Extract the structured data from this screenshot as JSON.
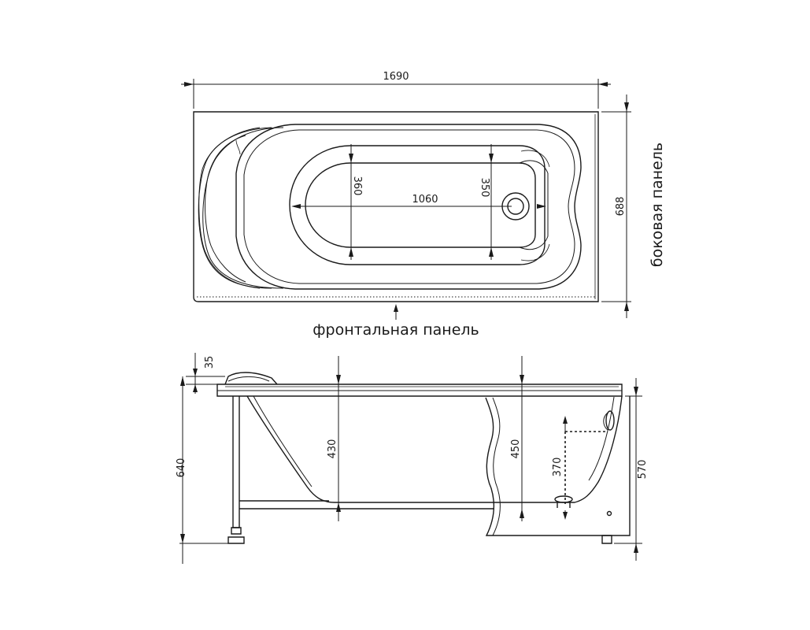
{
  "top_view": {
    "length": "1690",
    "width": "688",
    "inner_length": "1060",
    "inner_width_left": "360",
    "inner_width_right": "350",
    "front_panel_label": "фронтальная панель",
    "side_panel_label": "боковая панель"
  },
  "side_view": {
    "rim_height": "35",
    "total_height": "640",
    "depth_left": "430",
    "depth_right": "450",
    "drain_height": "370",
    "panel_height": "570"
  }
}
